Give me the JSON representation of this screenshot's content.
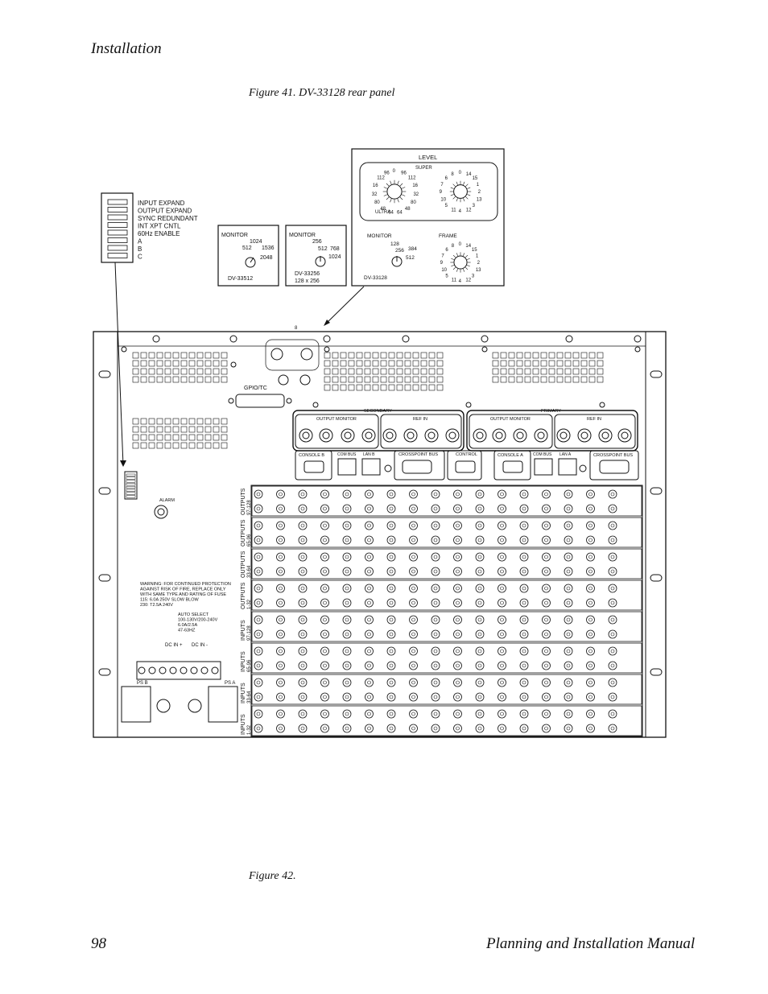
{
  "header": {
    "section": "Installation",
    "figure41": "Figure 41.  DV-33128 rear panel",
    "figure42": "Figure 42."
  },
  "footer": {
    "page": "98",
    "manual": "Planning and Installation Manual"
  },
  "dip_callout": {
    "labels": [
      "INPUT EXPAND",
      "OUTPUT EXPAND",
      "SYNC REDUNDANT",
      "INT XPT CNTL",
      "60Hz ENABLE",
      "A",
      "B",
      "C"
    ]
  },
  "monitor_512": {
    "title": "MONITOR",
    "values": [
      "1024",
      "512",
      "1536",
      "2048"
    ],
    "model": "DV-33512"
  },
  "monitor_256": {
    "title": "MONITOR",
    "values": [
      "256",
      "512",
      "768",
      "1024"
    ],
    "model": "DV-33256",
    "sub": "128 x 256"
  },
  "level_box": {
    "title": "LEVEL",
    "super": "SUPER",
    "super_values": [
      "0",
      "96",
      "112",
      "16",
      "32",
      "80",
      "48",
      "64",
      "64",
      "48",
      "80",
      "32",
      "16",
      "112",
      "96"
    ],
    "ultra": "ULTRA",
    "level_dial": [
      "0",
      "14",
      "15",
      "1",
      "2",
      "13",
      "3",
      "12",
      "4",
      "11",
      "5",
      "10",
      "9",
      "7",
      "6",
      "8"
    ],
    "monitor": "MONITOR",
    "monitor_values": [
      "128",
      "256",
      "384",
      "512"
    ],
    "frame": "FRAME",
    "frame_dial": [
      "0",
      "14",
      "15",
      "1",
      "2",
      "13",
      "3",
      "12",
      "4",
      "11",
      "5",
      "10",
      "9",
      "7",
      "6",
      "8"
    ],
    "model": "DV-33128"
  },
  "panel": {
    "gpio": "GPIO/TC",
    "secondary": "SECONDARY",
    "primary": "PRIMARY",
    "output_monitor": "OUTPUT MONITOR",
    "ref_in": "REF IN",
    "console_b": "CONSOLE B",
    "console_a": "CONSOLE A",
    "com_bus": "COM BUS",
    "lan_b": "LAN B",
    "lan_a": "LAN A",
    "crosspoint_bus": "CROSSPOINT BUS",
    "control": "CONTROL",
    "alarm": "ALARM",
    "warning": [
      "WARNING: FOR CONTINUED PROTECTION",
      "AGAINST RISK OF FIRE, REPLACE ONLY",
      "WITH SAME TYPE AND RATING OF FUSE",
      "115: 6.0A 250V     SLOW BLOW",
      "230: T2.5A 240V"
    ],
    "auto": [
      "AUTO SELECT",
      "100-130V/200-240V",
      "6.0A/2.5A",
      "47-63HZ"
    ],
    "dc_in_plus": "DC IN +",
    "dc_in_minus": "DC IN -",
    "ps_a": "PS A",
    "ps_b": "PS B",
    "leader_mark": "8",
    "rows": [
      {
        "type": "OUTPUTS",
        "range": "97-128"
      },
      {
        "type": "OUTPUTS",
        "range": "65-96"
      },
      {
        "type": "OUTPUTS",
        "range": "33-64"
      },
      {
        "type": "OUTPUTS",
        "range": "1-32"
      },
      {
        "type": "INPUTS",
        "range": "97-128"
      },
      {
        "type": "INPUTS",
        "range": "65-96"
      },
      {
        "type": "INPUTS",
        "range": "33-64"
      },
      {
        "type": "INPUTS",
        "range": "1-32"
      }
    ]
  }
}
